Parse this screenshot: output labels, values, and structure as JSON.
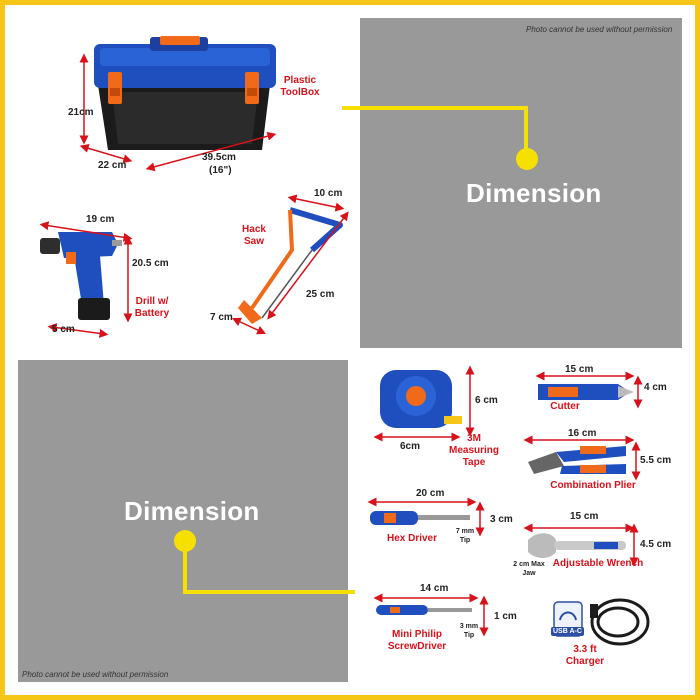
{
  "notice": "Photo cannot be used without permission",
  "title": "Dimension",
  "colors": {
    "frame": "#f5c518",
    "accent": "#f5e000",
    "label": "#d8121b",
    "tool_blue": "#1f4fbf",
    "tool_orange": "#f06a1a"
  },
  "toolbox": {
    "name": "Plastic ToolBox",
    "height": "21cm",
    "depth": "22 cm",
    "width": "39.5cm",
    "width_in": "(16\")"
  },
  "drill": {
    "name": "Drill w/ Battery",
    "length": "19 cm",
    "height": "20.5 cm",
    "width": "5 cm"
  },
  "hacksaw": {
    "name": "Hack Saw",
    "top": "10 cm",
    "length": "25 cm",
    "depth": "7 cm"
  },
  "tape": {
    "name": "3M Measuring Tape",
    "height": "6 cm",
    "width": "6cm"
  },
  "cutter": {
    "name": "Cutter",
    "length": "15 cm",
    "height": "4 cm"
  },
  "plier": {
    "name": "Combination Plier",
    "length": "16 cm",
    "height": "5.5 cm"
  },
  "hexdriver": {
    "name": "Hex Driver",
    "length": "20 cm",
    "height": "3 cm",
    "tip": "7 mm Tip"
  },
  "wrench": {
    "name": "Adjustable Wrench",
    "length": "15 cm",
    "height": "4.5 cm",
    "jaw": "2 cm Max Jaw"
  },
  "screwdriver": {
    "name": "Mini Philip ScrewDriver",
    "length": "14 cm",
    "height": "1 cm",
    "tip": "3 mm Tip"
  },
  "charger": {
    "name": "3.3 ft Charger",
    "badge": "USB A-C"
  }
}
